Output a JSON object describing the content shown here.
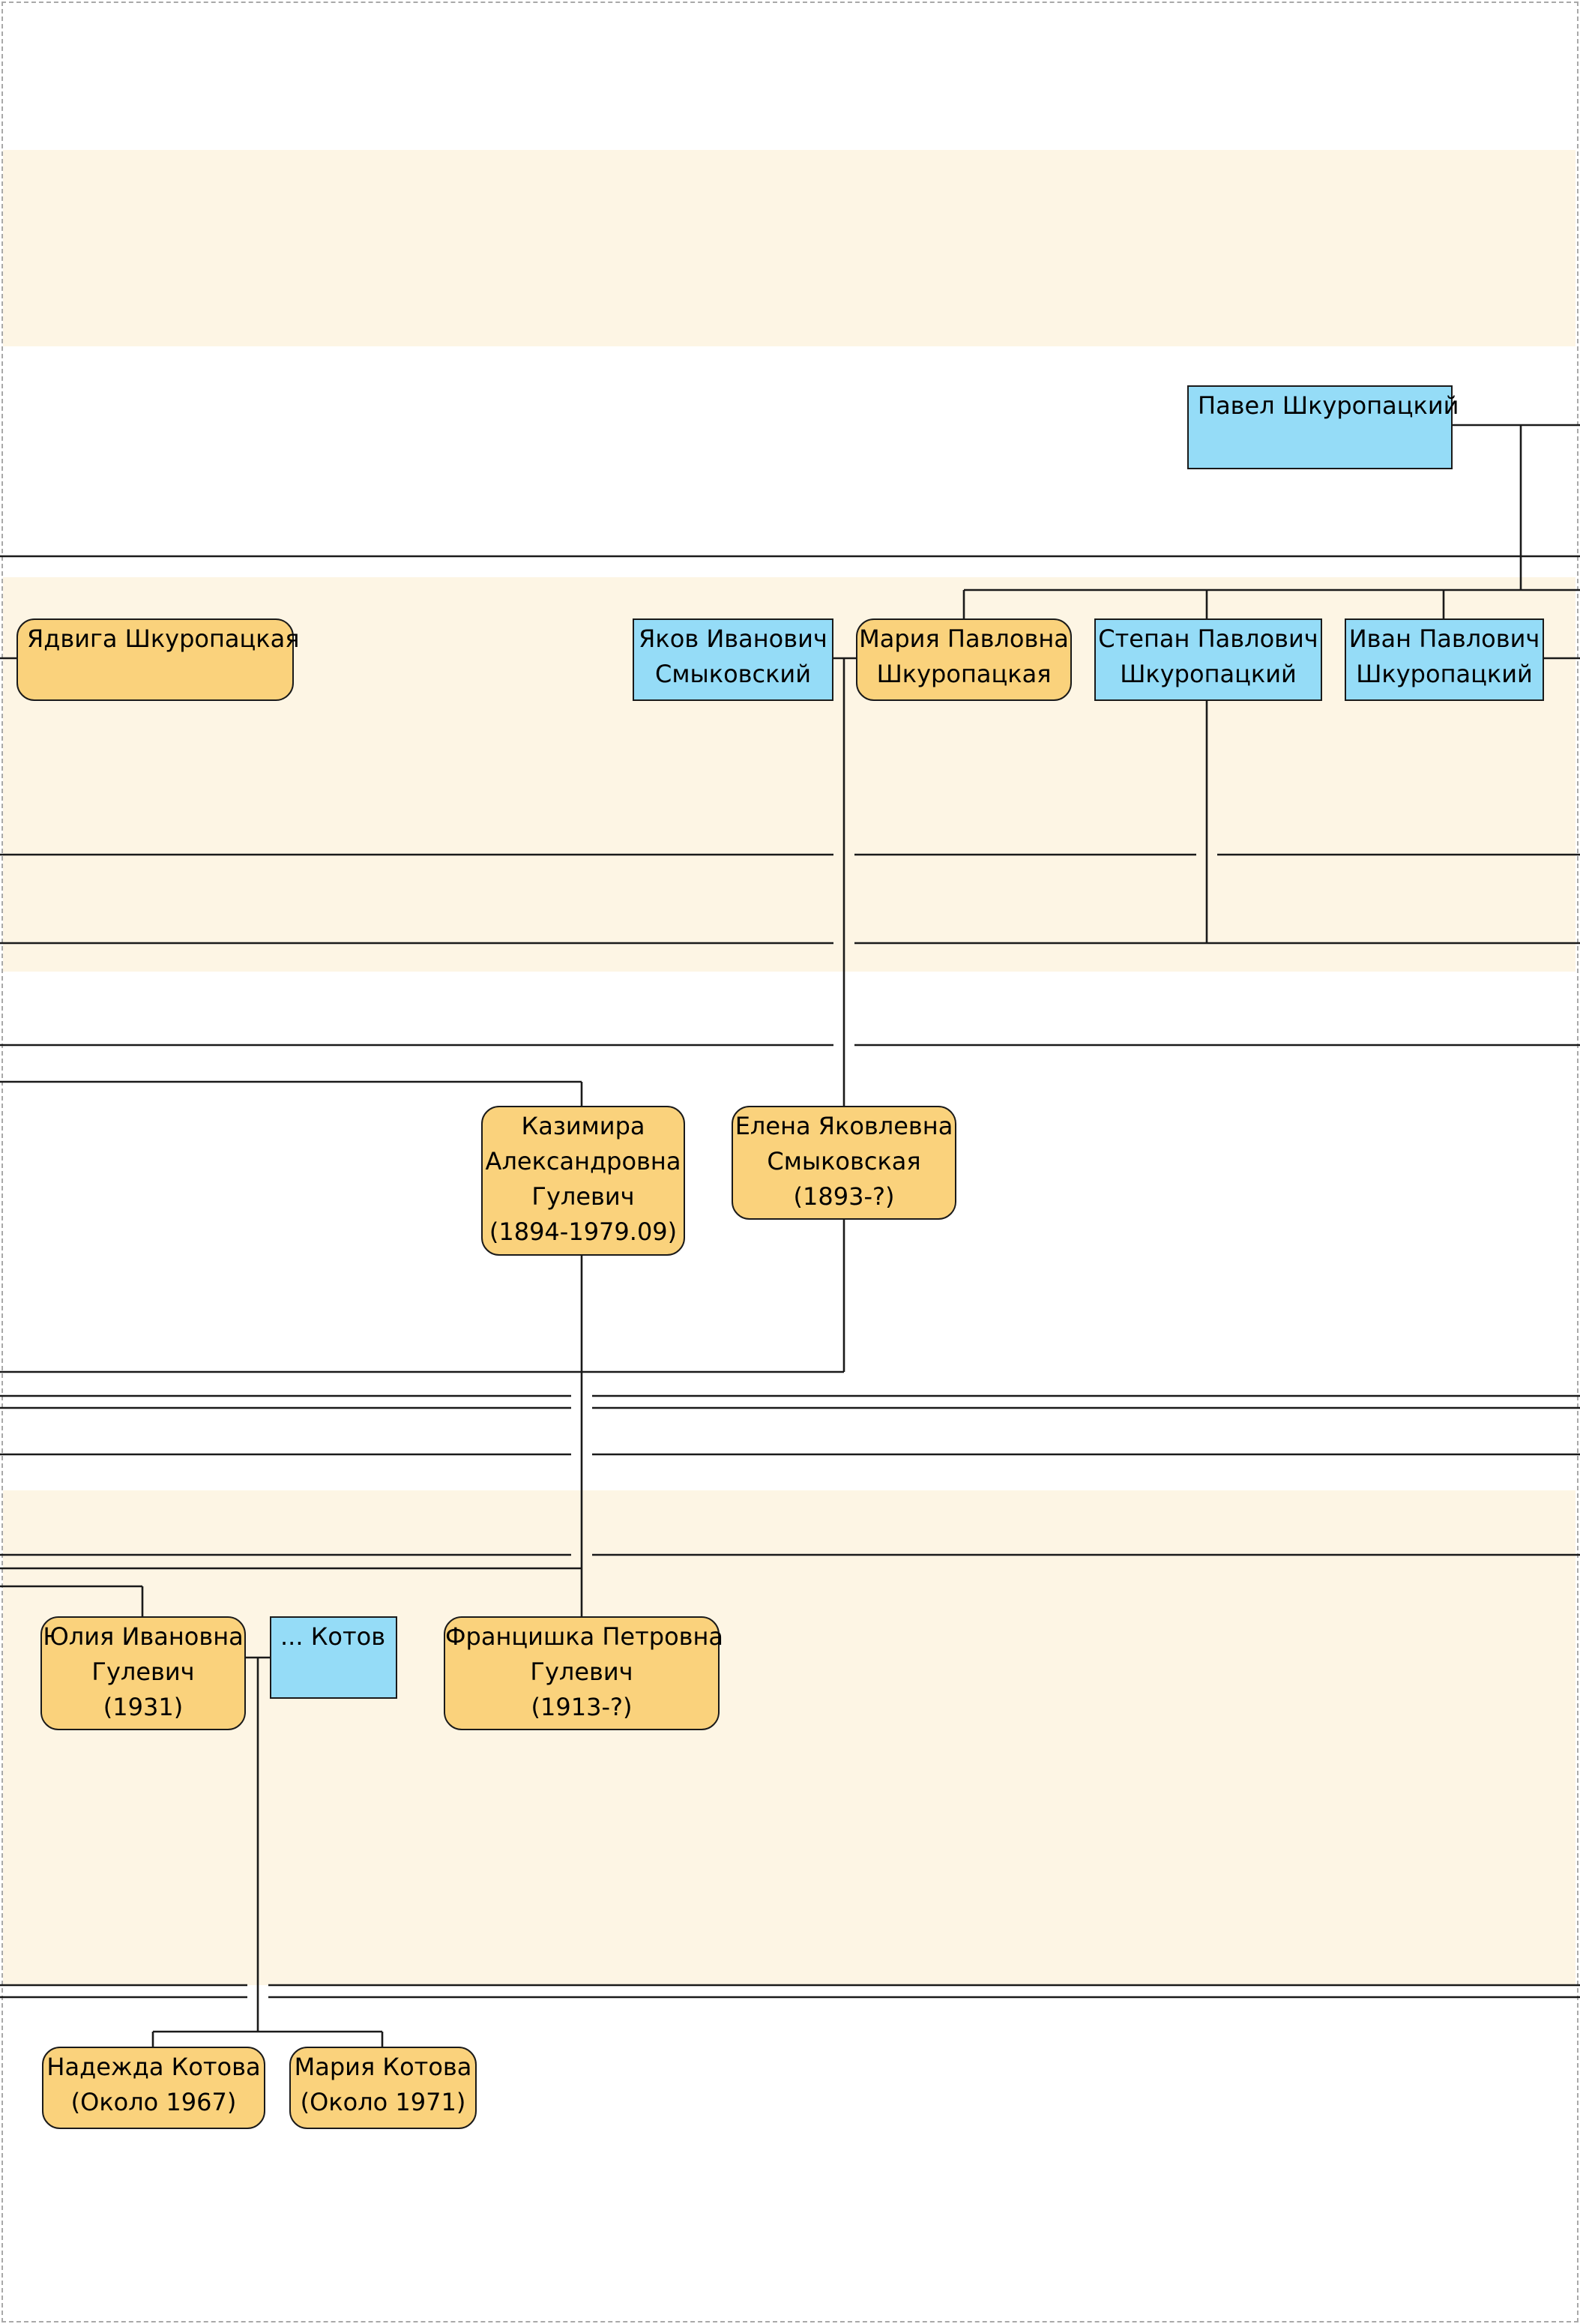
{
  "colors": {
    "male": "#95dcf7",
    "female": "#fad27c",
    "band": "#fdf5e4",
    "line": "#1a1a1a"
  },
  "people": {
    "pavel": {
      "lines": [
        "Павел Шкуропацкий"
      ],
      "sex": "male"
    },
    "jadviga": {
      "lines": [
        "Ядвига Шкуропацкая"
      ],
      "sex": "female"
    },
    "yakov": {
      "lines": [
        "Яков Иванович",
        "Смыковский"
      ],
      "sex": "male"
    },
    "maria_p": {
      "lines": [
        "Мария Павловна",
        "Шкуропацкая"
      ],
      "sex": "female"
    },
    "stepan": {
      "lines": [
        "Степан Павлович",
        "Шкуропацкий"
      ],
      "sex": "male"
    },
    "ivan": {
      "lines": [
        "Иван Павлович",
        "Шкуропацкий"
      ],
      "sex": "male"
    },
    "kazimira": {
      "lines": [
        "Казимира",
        "Александровна",
        "Гулевич",
        "(1894-1979.09)"
      ],
      "sex": "female"
    },
    "elena": {
      "lines": [
        "Елена Яковлевна",
        "Смыковская",
        "(1893-?)"
      ],
      "sex": "female"
    },
    "yulia": {
      "lines": [
        "Юлия Ивановна",
        "Гулевич",
        "(1931)"
      ],
      "sex": "female"
    },
    "kotov": {
      "lines": [
        "... Котов"
      ],
      "sex": "male"
    },
    "franciska": {
      "lines": [
        "Францишка Петровна",
        "Гулевич",
        "(1913-?)"
      ],
      "sex": "female"
    },
    "nadezhda": {
      "lines": [
        "Надежда Котова",
        "(Около 1967)"
      ],
      "sex": "female"
    },
    "maria_k": {
      "lines": [
        "Мария Котова",
        "(Около 1971)"
      ],
      "sex": "female"
    }
  }
}
